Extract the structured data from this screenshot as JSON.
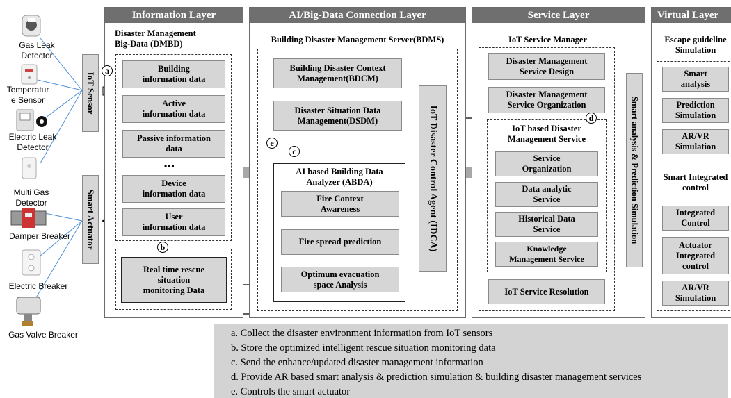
{
  "devices": [
    {
      "label": "Gas Leak\nDetector",
      "icon": "gas-leak-detector-icon"
    },
    {
      "label": "Temperatur\ne Sensor",
      "icon": "temperature-sensor-icon"
    },
    {
      "label": "Electric Leak\nDetector",
      "icon": "electric-leak-detector-icon"
    },
    {
      "label": "Multi Gas\nDetector",
      "icon": "multi-gas-detector-icon"
    },
    {
      "label": "Damper Breaker",
      "icon": "damper-breaker-icon"
    },
    {
      "label": "Electric Breaker",
      "icon": "electric-breaker-icon"
    },
    {
      "label": "Gas Valve Breaker",
      "icon": "gas-valve-breaker-icon"
    }
  ],
  "iot_sensor": "IoT Sensor",
  "smart_actuator": "Smart Actuator",
  "information_layer": {
    "title": "Information Layer",
    "subtitle": "Disaster Management\nBig-Data (DMBD)",
    "items": [
      "Building\ninformation data",
      "Active\ninformation data",
      "Passive information\ndata",
      "•••",
      "Device\ninformation data",
      "User\ninformation data"
    ],
    "rescue": "Real time rescue\nsituation\nmonitoring Data"
  },
  "ai_layer": {
    "title": "AI/Big-Data Connection Layer",
    "server": "Building Disaster Management Server(BDMS)",
    "bdcm": "Building Disaster Context\nManagement(BDCM)",
    "dsdm": "Disaster Situation Data\nManagement(DSDM)",
    "abda_title": "AI based Building Data\nAnalyzer (ABDA)",
    "abda_items": [
      "Fire Context\nAwareness",
      "Fire spread prediction",
      "Optimum evacuation\nspace Analysis"
    ],
    "idca": "IoT Disaster Control Agent (IDCA)"
  },
  "service_layer": {
    "title": "Service Layer",
    "manager": "IoT Service Manager",
    "design": "Disaster Management\nService Design",
    "organization": "Disaster Management\nService Organization",
    "iot_service_title": "IoT based Disaster\nManagement Service",
    "iot_service_items": [
      "Service\nOrganization",
      "Data analytic\nService",
      "Historical Data\nService",
      "Knowledge\nManagement Service"
    ],
    "resolution": "IoT Service Resolution",
    "side_bar": "Smart analysis & Prediction Simulation"
  },
  "virtual_layer": {
    "title": "Virtual Layer",
    "escape_title": "Escape guideline\nSimulation",
    "escape_items": [
      "Smart\nanalysis",
      "Prediction\nSimulation",
      "AR/VR\nSimulation"
    ],
    "control_title": "Smart Integrated\ncontrol",
    "control_items": [
      "Integrated\nControl",
      "Actuator\nIntegrated\ncontrol",
      "AR/VR\nSimulation"
    ]
  },
  "markers": {
    "a": "a",
    "b": "b",
    "c": "c",
    "d": "d",
    "e": "e"
  },
  "legend": [
    "a. Collect the disaster environment information from IoT sensors",
    "b. Store the optimized intelligent rescue situation monitoring data",
    "c. Send the enhance/updated disaster management information",
    "d. Provide AR based smart analysis & prediction simulation & building disaster management services",
    "e. Controls the smart actuator"
  ]
}
